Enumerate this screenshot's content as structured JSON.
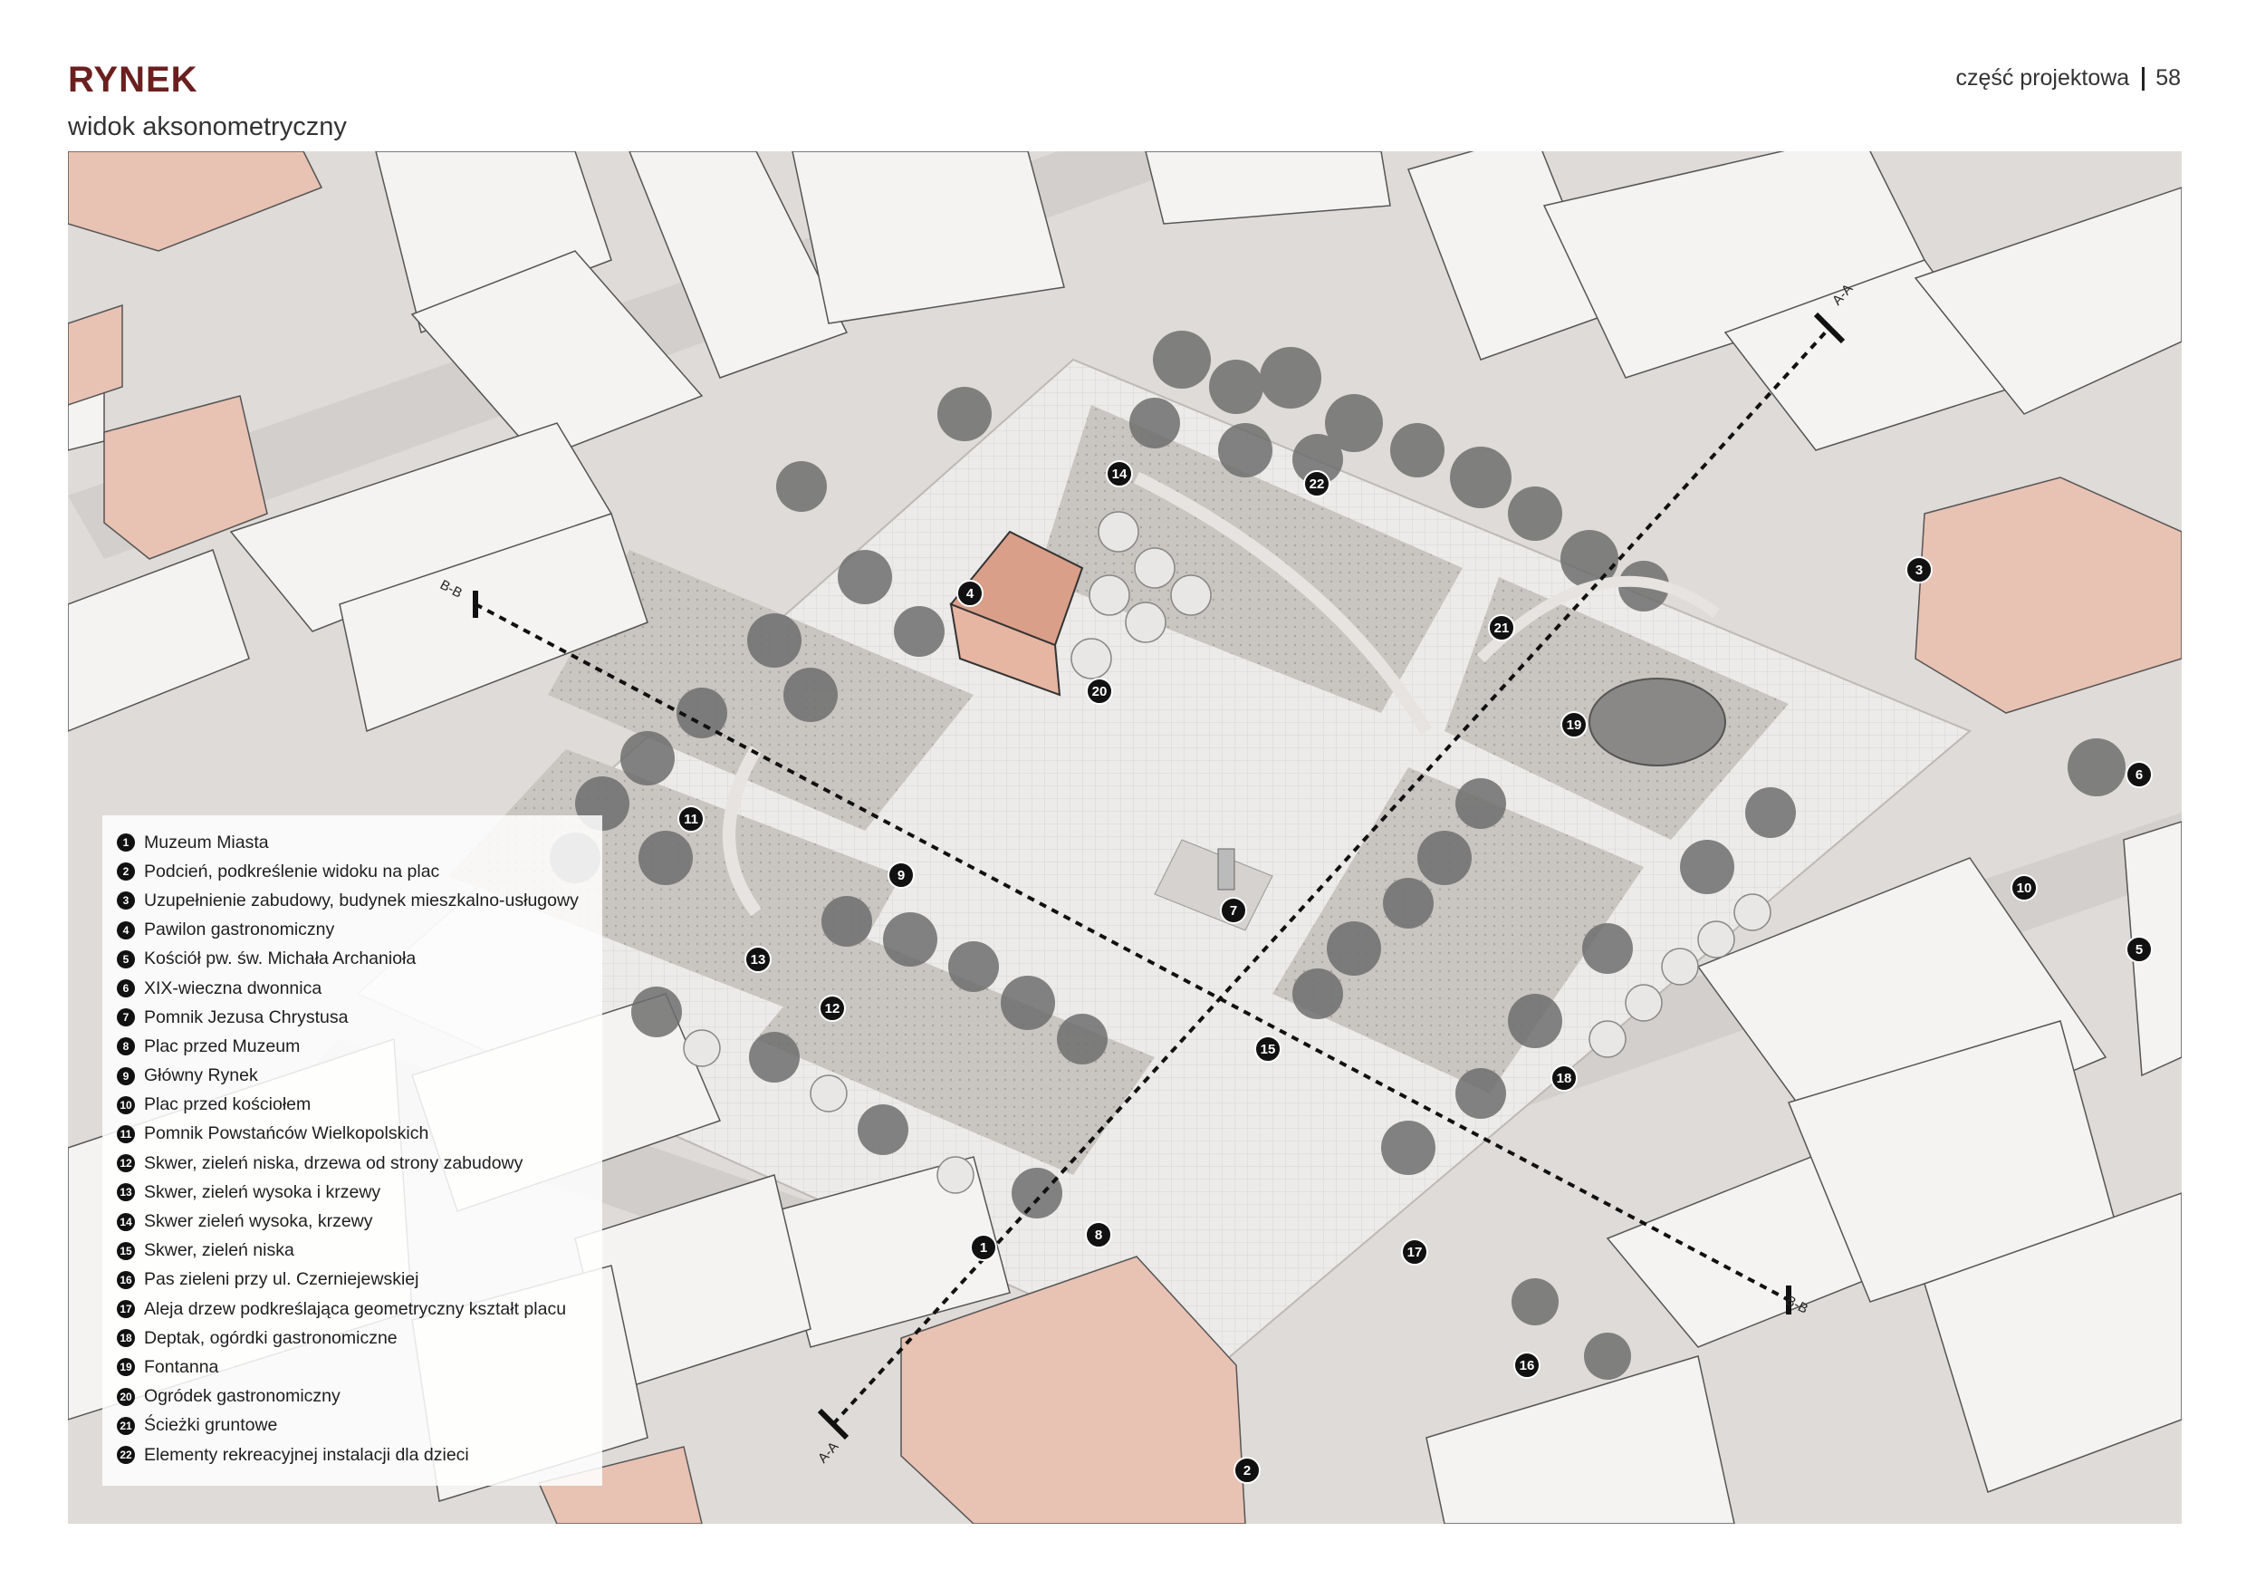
{
  "header": {
    "title": "RYNEK",
    "subtitle": "widok aksonometryczny",
    "section_label": "część projektowa",
    "page_number": "58"
  },
  "colors": {
    "title": "#6b1f1f",
    "highlight_building": "#e8c2b3",
    "building": "#f4f2f0",
    "ground": "#e4e1de",
    "plaza": "#ece9e6",
    "green_area": "#c9c6c3",
    "tree": "#6e6e6e"
  },
  "sections": {
    "aa": "A-A",
    "bb": "B-B"
  },
  "legend": [
    {
      "num": "1",
      "label": "Muzeum Miasta"
    },
    {
      "num": "2",
      "label": "Podcień, podkreślenie widoku na plac"
    },
    {
      "num": "3",
      "label": "Uzupełnienie zabudowy, budynek mieszkalno-usługowy"
    },
    {
      "num": "4",
      "label": "Pawilon gastronomiczny"
    },
    {
      "num": "5",
      "label": "Kościół pw. św. Michała Archanioła"
    },
    {
      "num": "6",
      "label": "XIX-wieczna dwonnica"
    },
    {
      "num": "7",
      "label": "Pomnik Jezusa Chrystusa"
    },
    {
      "num": "8",
      "label": "Plac przed Muzeum"
    },
    {
      "num": "9",
      "label": "Główny Rynek"
    },
    {
      "num": "10",
      "label": "Plac przed kościołem"
    },
    {
      "num": "11",
      "label": "Pomnik Powstańców Wielkopolskich"
    },
    {
      "num": "12",
      "label": "Skwer, zieleń niska, drzewa od strony zabudowy"
    },
    {
      "num": "13",
      "label": "Skwer, zieleń wysoka i krzewy"
    },
    {
      "num": "14",
      "label": "Skwer zieleń wysoka, krzewy"
    },
    {
      "num": "15",
      "label": "Skwer, zieleń niska"
    },
    {
      "num": "16",
      "label": "Pas zieleni przy ul. Czerniejewskiej"
    },
    {
      "num": "17",
      "label": "Aleja drzew podkreślająca geometryczny kształt placu"
    },
    {
      "num": "18",
      "label": "Deptak, ogórdki gastronomiczne"
    },
    {
      "num": "19",
      "label": "Fontanna"
    },
    {
      "num": "20",
      "label": "Ogródek gastronomiczny"
    },
    {
      "num": "21",
      "label": "Ścieżki gruntowe"
    },
    {
      "num": "22",
      "label": "Elementy rekreacyjnej instalacji dla dzieci"
    }
  ],
  "markers": [
    "1",
    "2",
    "3",
    "4",
    "6",
    "7",
    "8",
    "9",
    "10",
    "11",
    "12",
    "13",
    "14",
    "15",
    "17",
    "18",
    "19",
    "20",
    "21",
    "22",
    "5",
    "16"
  ]
}
